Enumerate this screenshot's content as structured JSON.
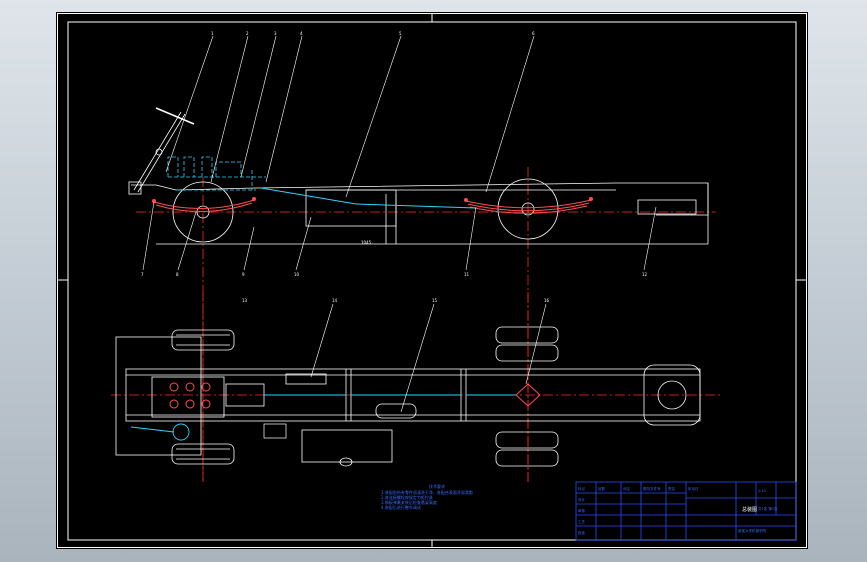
{
  "drawing": {
    "balloons_top": [
      "1",
      "2",
      "3",
      "4",
      "5",
      "6"
    ],
    "balloons_bottom_side": [
      "7",
      "8",
      "9",
      "10",
      "11",
      "12"
    ],
    "balloons_plan": [
      "13",
      "14",
      "15",
      "16"
    ],
    "center_mark": "1045"
  },
  "technical_notes": {
    "title": "技术要求",
    "lines": [
      "1.装配前所有零件须清洗干净，各配合表面涂润滑脂",
      "2.各连接螺栓按规定力矩拧紧",
      "3.钢板弹簧安装后检查悬架高度",
      "4.装配后进行整车调试"
    ]
  },
  "title_block": {
    "drawing_name": "总装图",
    "school": "某某大学机械学院",
    "revision_header": [
      "标记",
      "处数",
      "分区",
      "更改文件号",
      "签名",
      "年月日"
    ],
    "rows": [
      "设计",
      "审核",
      "工艺",
      "批准"
    ],
    "scale": "1:10",
    "sheet": "共1张 第1张"
  },
  "colors": {
    "outline": "#ffffff",
    "centerline": "#ff2a2a",
    "dimension": "#2ad4ff",
    "text": "#3a6bff",
    "title_block": "#2a4bff",
    "hatch": "#2ad4ff"
  }
}
